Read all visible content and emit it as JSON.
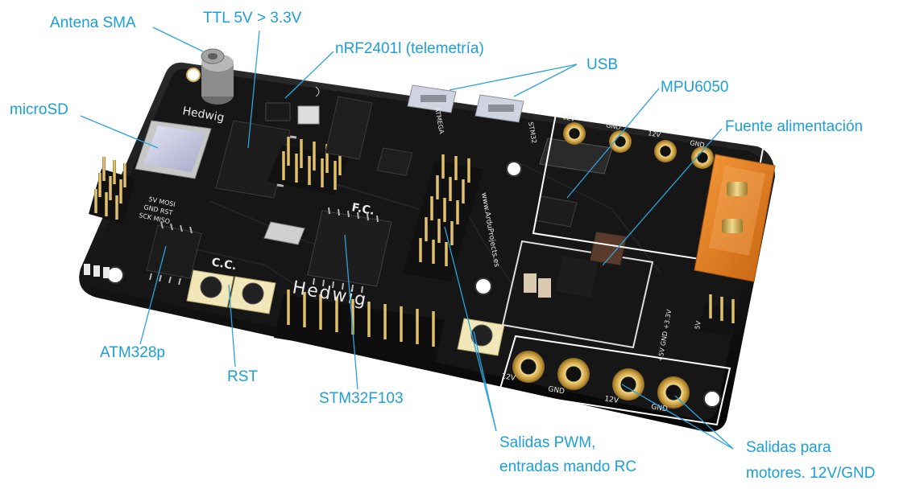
{
  "diagram": {
    "callouts": {
      "antena_sma": "Antena SMA",
      "ttl": "TTL 5V > 3.3V",
      "nrf": "nRF2401l (telemetría)",
      "usb": "USB",
      "microsd": "microSD",
      "mpu": "MPU6050",
      "fuente": "Fuente alimentación",
      "atm": "ATM328p",
      "rst": "RST",
      "stm": "STM32F103",
      "pwm_line1": "Salidas PWM,",
      "pwm_line2": "entradas mando RC",
      "motores_line1": "Salidas para",
      "motores_line2": "motores. 12V/GND"
    },
    "board_silkscreen": {
      "brand_top": "Hedwig",
      "brand_bottom": "Hedwig",
      "fc": "F.C.",
      "cc": "C.C.",
      "site": "www.ArduProjects.es",
      "atmega_label": "ATMEGA",
      "stm32_label": "STM32",
      "pin_row1": "5V MOSI",
      "pin_row2": "GND RST",
      "pin_row3": "SCK MISO",
      "v12": "12V",
      "gnd": "GND",
      "v5": "5V",
      "v33": "+5V GND +3.3V"
    },
    "colors": {
      "callout_text": "#1b9fd8",
      "leader_line": "#2ba3dc",
      "pcb": "#121212",
      "gold": "#d6b25a",
      "connector": "#e87d1e"
    }
  }
}
